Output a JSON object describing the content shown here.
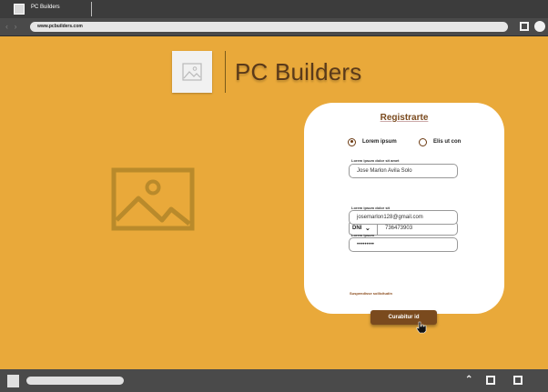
{
  "browser": {
    "tab_title": "PC Builders",
    "url": "www.pcbuilders.com",
    "nav_arrows": "‹ ›"
  },
  "brand": {
    "name": "PC Builders"
  },
  "form": {
    "title": "Registrarte",
    "radios": [
      {
        "label": "Lorem ipsum",
        "selected": true
      },
      {
        "label": "Elis ut con",
        "selected": false
      }
    ],
    "name_label": "Lorem ipsum dolor sit amet",
    "name_value": "Jose Marlon Avila Solo",
    "doc_type": "DNI",
    "doc_chevron": "⌄",
    "doc_number": "736473903",
    "email_label": "Lorem ipsum dolor sit",
    "email_value": "josemarlon128@gmail.com",
    "password_label": "Lorem ipsum",
    "password_value": "•••••••••",
    "helper_text": "Suspendisse sollicitudin",
    "submit_label": "Curabitur id"
  },
  "bottom_bar": {
    "chevron": "⌃"
  },
  "colors": {
    "page_bg": "#e9a93a",
    "accent": "#7a4a1e",
    "chrome": "#4a4a4a"
  }
}
